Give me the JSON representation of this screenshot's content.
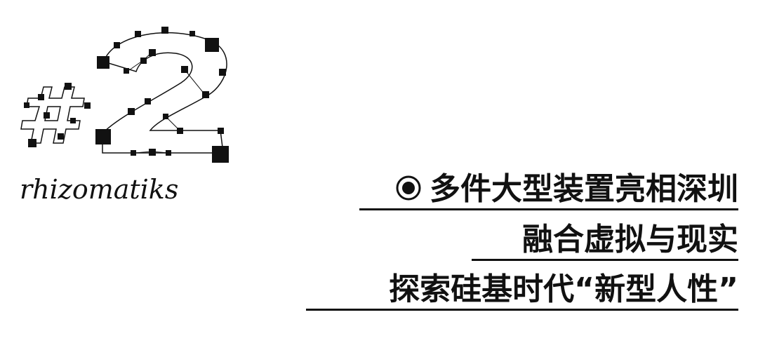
{
  "logo": {
    "mark": "#2",
    "wordmark": "rhizomatiks"
  },
  "headlines": {
    "bullet_icon": "radio-bullet-icon",
    "line1": "多件大型装置亮相深圳",
    "line2": "融合虚拟与现实",
    "line3": "探索硅基时代“新型人性”"
  },
  "colors": {
    "ink": "#111111",
    "background": "#ffffff"
  }
}
